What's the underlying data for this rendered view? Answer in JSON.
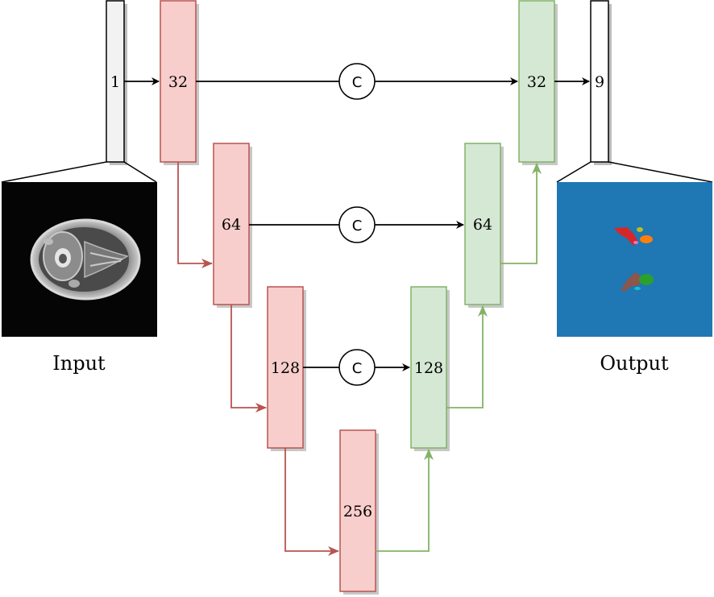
{
  "diagram": {
    "input_channels": "1",
    "output_channels": "9",
    "encoder": [
      "32",
      "64",
      "128",
      "256"
    ],
    "decoder": [
      "128",
      "64",
      "32"
    ],
    "concat_symbol": "C",
    "input_caption": "Input",
    "output_caption": "Output"
  },
  "colors": {
    "encoder_fill": "#f8cecc",
    "encoder_stroke": "#b85450",
    "decoder_fill": "#d5e8d4",
    "decoder_stroke": "#82b366",
    "segmentation_background": "#1f77b4"
  },
  "images": {
    "input": "axial-head-mri-slice",
    "output": "segmentation-mask"
  }
}
